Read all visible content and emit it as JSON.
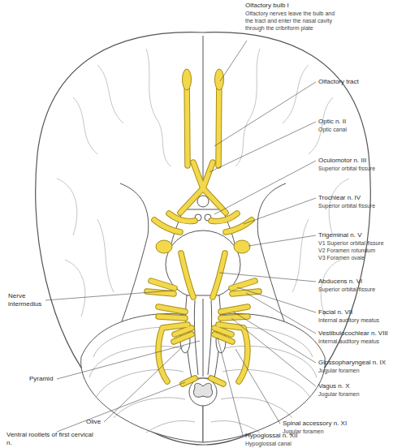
{
  "diagram": {
    "labels": [
      "Olfactory bulb I",
      "Olfactory nerves leave the bulb and the tract and enter the nasal cavity through the cribriform plate",
      "Olfactory tract",
      "Optic n. II",
      "Optic canal",
      "Oculomotor n. III",
      "Superior orbital fissure",
      "Trochlear n. IV",
      "Superior orbital fissure",
      "Trigeminal n. V",
      "V1 Superior orbital fissure",
      "V2 Foramen rotundum",
      "V3 Foramen ovale",
      "Abducens n. VI",
      "Superior orbital fissure",
      "Facial n. VII",
      "Internal auditory meatus",
      "Vestibulocochlear n. VIII",
      "Internal auditory meatus",
      "Glossopharyngeal n. IX",
      "Jugular foramen",
      "Vagus n. X",
      "Jugular foramen",
      "Spinal accessory n. XI",
      "Jugular foramen",
      "Hypoglossal n. XII",
      "Hypoglossal canal",
      "Nerve intermedius",
      "Pyramid",
      "Olive",
      "Ventral rootlets of first cervical n."
    ]
  }
}
